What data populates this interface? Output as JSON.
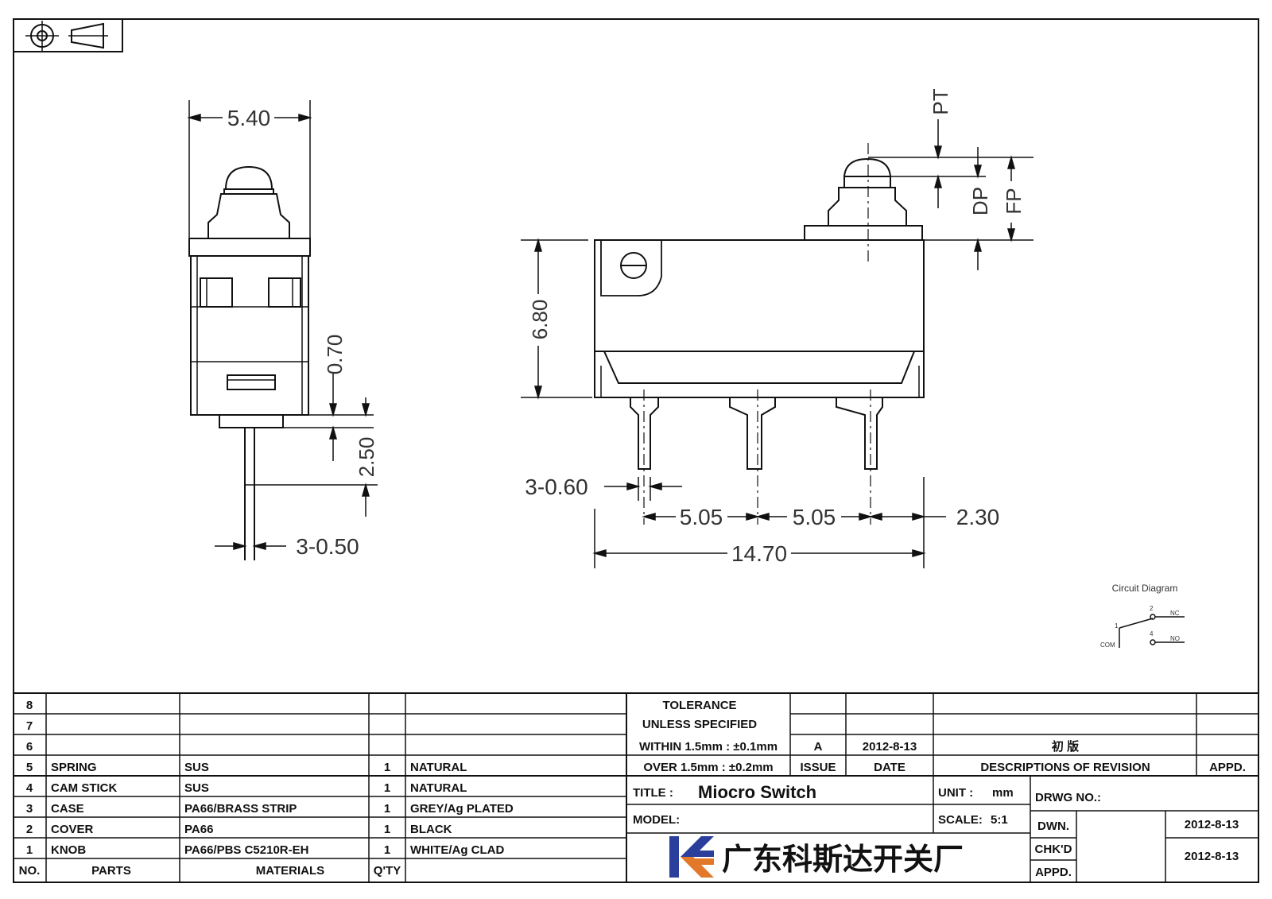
{
  "dimensions": {
    "side_width": "5.40",
    "knob_gap": "0.70",
    "pin_length_side": "2.50",
    "pin_width_side": "3-0.50",
    "body_height": "6.80",
    "pin_width_front": "3-0.60",
    "pitch_1": "5.05",
    "pitch_2": "5.05",
    "edge_offset": "2.30",
    "total_length": "14.70",
    "pt": "PT",
    "dp": "DP",
    "fp": "FP"
  },
  "circuit": {
    "title": "Circuit Diagram",
    "terminal_1": "1",
    "terminal_2": "2",
    "terminal_4": "4",
    "nc": "NC",
    "no": "NO",
    "com": "COM"
  },
  "bom": {
    "headers": {
      "no": "NO.",
      "parts": "PARTS",
      "materials": "MATERIALS",
      "qty": "Q'TY"
    },
    "rows": [
      {
        "no": "8",
        "part": "",
        "material": "",
        "qty": "",
        "finish": ""
      },
      {
        "no": "7",
        "part": "",
        "material": "",
        "qty": "",
        "finish": ""
      },
      {
        "no": "6",
        "part": "",
        "material": "",
        "qty": "",
        "finish": ""
      },
      {
        "no": "5",
        "part": "SPRING",
        "material": "SUS",
        "qty": "1",
        "finish": "NATURAL"
      },
      {
        "no": "4",
        "part": "CAM STICK",
        "material": "SUS",
        "qty": "1",
        "finish": "NATURAL"
      },
      {
        "no": "3",
        "part": "CASE",
        "material": "PA66/BRASS STRIP",
        "qty": "1",
        "finish": "GREY/Ag PLATED"
      },
      {
        "no": "2",
        "part": "COVER",
        "material": "PA66",
        "qty": "1",
        "finish": "BLACK"
      },
      {
        "no": "1",
        "part": "KNOB",
        "material": "PA66/PBS C5210R-EH",
        "qty": "1",
        "finish": "WHITE/Ag CLAD"
      }
    ]
  },
  "title_block": {
    "tolerance_1": "TOLERANCE",
    "tolerance_2": "UNLESS  SPECIFIED",
    "within": "WITHIN 1.5mm : ±0.1mm",
    "over": "OVER 1.5mm : ±0.2mm",
    "issue_value": "A",
    "date_value": "2012-8-13",
    "revision_desc": "初  版",
    "issue_label": "ISSUE",
    "date_label": "DATE",
    "desc_label": "DESCRIPTIONS  OF  REVISION",
    "appd_label": "APPD.",
    "title_label": "TITLE :",
    "title_value": "Miocro Switch",
    "unit_label": "UNIT :",
    "unit_value": "mm",
    "drwg_no_label": "DRWG NO.:",
    "model_label": "MODEL:",
    "scale_label": "SCALE:",
    "scale_value": "5:1",
    "dwn_label": "DWN.",
    "dwn_date": "2012-8-13",
    "chkd_label": "CHK'D",
    "chkd_date": "2012-8-13",
    "appd2_label": "APPD.",
    "company": "广东科斯达开关厂"
  },
  "colors": {
    "line": "#111111",
    "logo_blue": "#2a3f9c",
    "logo_orange": "#e2782a"
  }
}
